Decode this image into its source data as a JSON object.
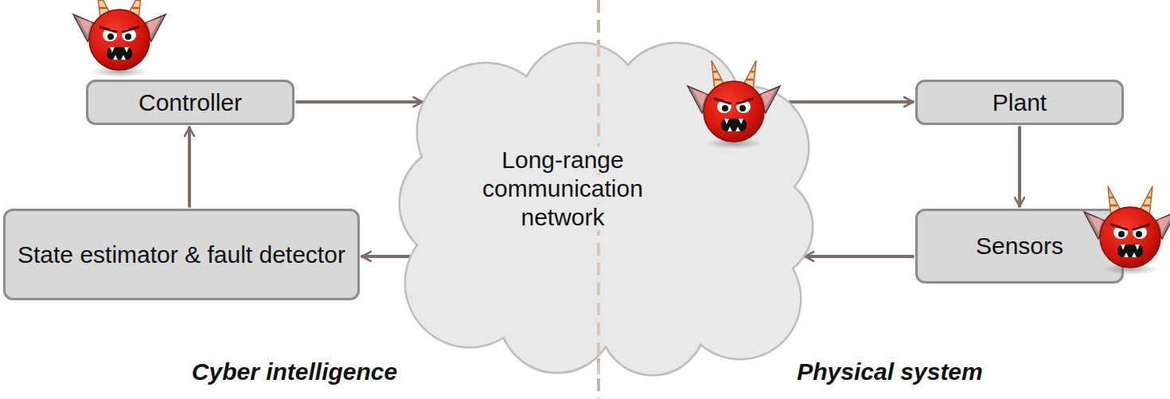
{
  "diagram": {
    "nodes": [
      {
        "text": [
          "Controller"
        ]
      },
      {
        "text": [
          "Long-range communication network"
        ]
      },
      {
        "text": [
          "Plant"
        ]
      },
      {
        "text": [
          "State estimator & fault detector"
        ]
      },
      {
        "text": [
          "Sensors"
        ]
      }
    ],
    "edges": [
      {
        "from": 0,
        "to": 1,
        "arrow": "to"
      },
      {
        "from": 1,
        "to": 2,
        "arrow": "to"
      },
      {
        "from": 2,
        "to": 4,
        "arrow": "to"
      },
      {
        "from": 4,
        "to": 1,
        "arrow": "to"
      },
      {
        "from": 1,
        "to": 3,
        "arrow": "to"
      },
      {
        "from": 3,
        "to": 0,
        "arrow": "to"
      }
    ],
    "labels": [
      "Cyber intelligence",
      "Physical system"
    ]
  }
}
